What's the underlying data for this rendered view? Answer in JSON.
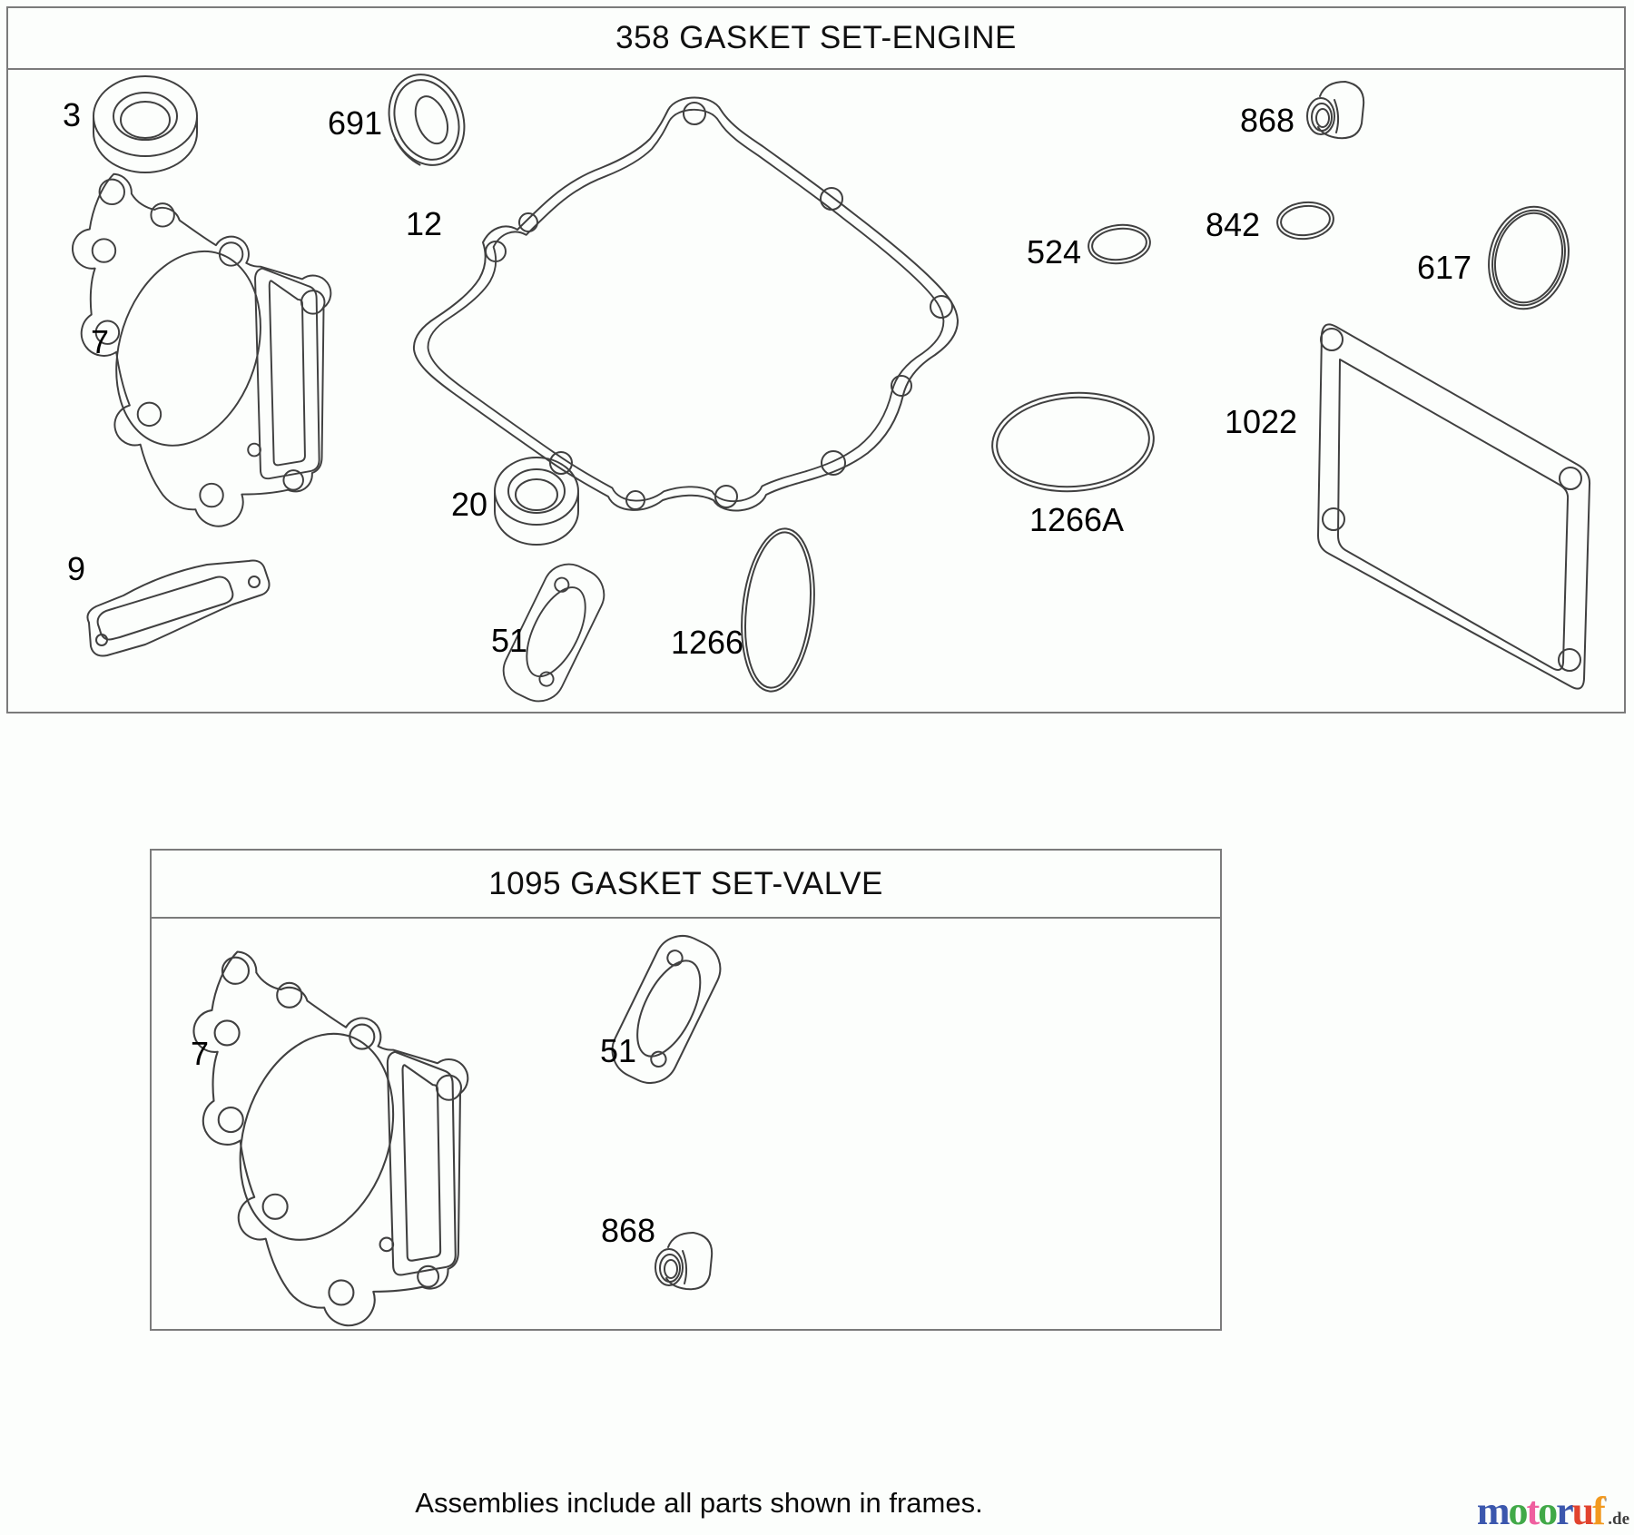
{
  "colors": {
    "line": "#404040",
    "frame_border": "#7b7b7b",
    "label_text": "#000000",
    "background": "#fcfefc"
  },
  "frames": {
    "engine": {
      "title": "358 GASKET SET-ENGINE",
      "labels": {
        "p3": "3",
        "p691": "691",
        "p12": "12",
        "p7": "7",
        "p9": "9",
        "p20": "20",
        "p51": "51",
        "p524": "524",
        "p1266": "1266",
        "p1266a": "1266A",
        "p868": "868",
        "p842": "842",
        "p617": "617",
        "p1022": "1022"
      }
    },
    "valve": {
      "title": "1095 GASKET SET-VALVE",
      "labels": {
        "p7": "7",
        "p51": "51",
        "p868": "868"
      }
    }
  },
  "footer": {
    "note": "Assemblies include all parts shown in frames."
  },
  "logo": {
    "letters": [
      {
        "ch": "m",
        "color": "#3b57ad"
      },
      {
        "ch": "o",
        "color": "#41a948"
      },
      {
        "ch": "t",
        "color": "#ef5f9f"
      },
      {
        "ch": "o",
        "color": "#41a948"
      },
      {
        "ch": "r",
        "color": "#3b57ad"
      },
      {
        "ch": "u",
        "color": "#e1432e"
      },
      {
        "ch": "f",
        "color": "#f2991f"
      }
    ],
    "mark": "'",
    "suffix": ".de"
  }
}
